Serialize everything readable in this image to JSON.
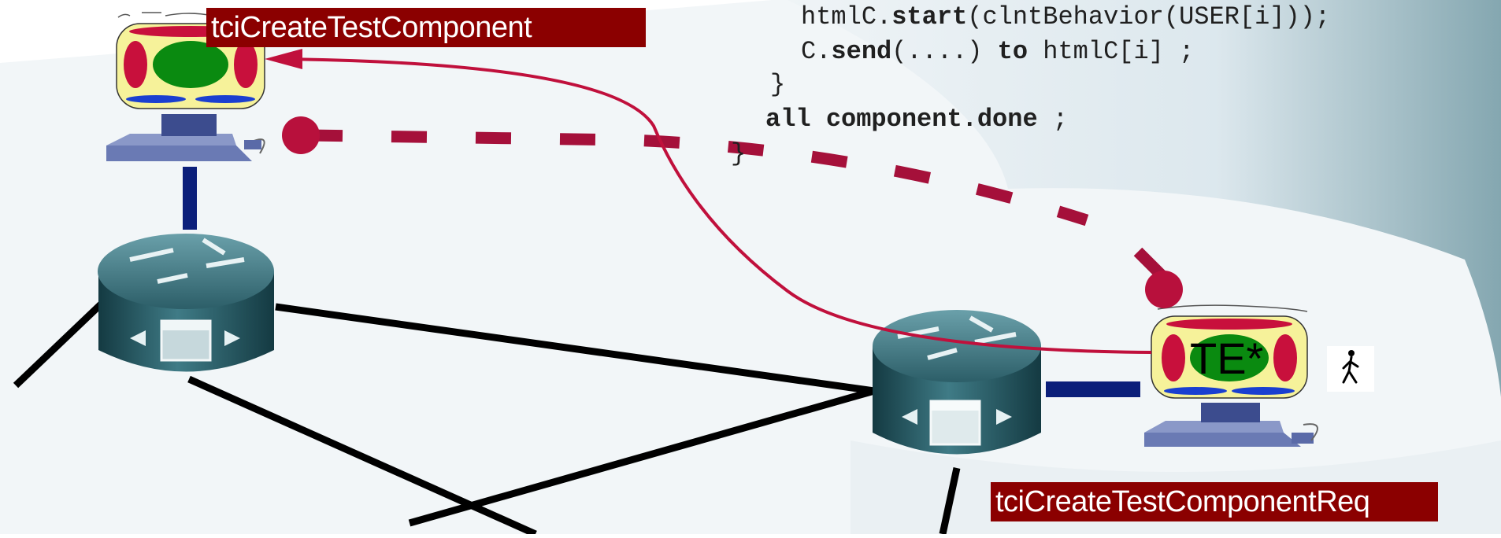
{
  "code": {
    "line1": {
      "a": "htmlC.",
      "b": "start",
      "c": "(clntBehavior(USER[i]));"
    },
    "line2": {
      "a": "C.",
      "b": "send",
      "c": "(....) ",
      "d": "to",
      "e": " htmlC[i] ;"
    },
    "line3": {
      "a": "}"
    },
    "line4": {
      "b": "all component.done",
      "c": " ;"
    },
    "line5": {
      "a": "}"
    }
  },
  "labels": {
    "create": "tciCreateTestComponent",
    "create_req": "tciCreateTestComponentReq",
    "te": "TE*"
  },
  "colors": {
    "label_bg": "#8b0000",
    "arrow": "#c0103c",
    "router": "#1d4f58",
    "link": "#000000",
    "terminal_shell": "#f6f29a",
    "terminal_red": "#c8103c",
    "terminal_green": "#0a8a10",
    "terminal_blue": "#1a3fd0",
    "pc_base": "#5a6aa8",
    "uplink": "#0b1f7a"
  },
  "icons": [
    "router-icon",
    "terminal-icon",
    "walking-person-icon"
  ]
}
